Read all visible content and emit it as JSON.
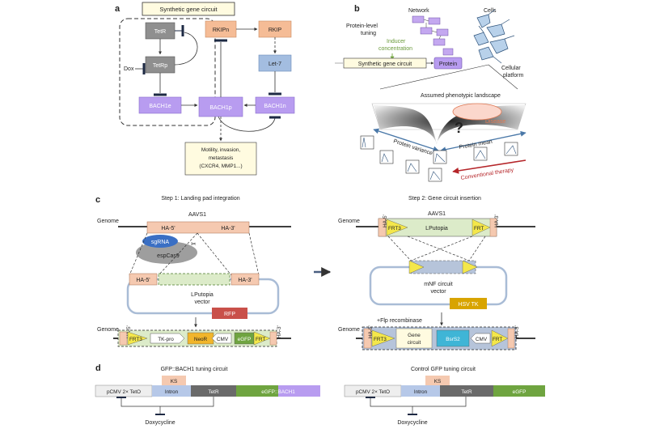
{
  "panel_labels": {
    "a": "a",
    "b": "b",
    "c": "c",
    "d": "d"
  },
  "panel_a": {
    "title": "Synthetic gene circuit",
    "tetr": "TetR",
    "tetrp": "TetRp",
    "dox": "Dox",
    "bach1e": "BACH1e",
    "bach1p": "BACH1p",
    "bach1n": "BACH1n",
    "rkipn": "RKIPn",
    "rkip": "RKIP",
    "let7": "Let-7",
    "outcome": [
      "Motility, invasion,",
      "metastasis",
      "(CXCR4, MMP1...)"
    ]
  },
  "panel_b": {
    "network": "Network",
    "cells": "Cells",
    "tuning": [
      "Protein-level",
      "tuning"
    ],
    "inducer": [
      "Inducer",
      "concentration"
    ],
    "circuit": "Synthetic gene circuit",
    "protein": "Protein",
    "platform": [
      "Cellular",
      "platform"
    ],
    "landscape": "Assumed phenotypic landscape",
    "disease": "Disease",
    "question": "?",
    "variance": "Protein variance",
    "mean": "Protein mean",
    "therapy": "Conventional therapy"
  },
  "panel_c": {
    "step1": "Step 1: Landing pad integration",
    "step2": "Step 2: Gene circuit insertion",
    "genome": "Genome",
    "aavs1": "AAVS1",
    "ha5": "HA-5'",
    "ha3": "HA-3'",
    "sgrna": "sgRNA",
    "espcas9": "espCas9",
    "lputopia_vector": [
      "LPutopia",
      "vector"
    ],
    "rfp": "RFP",
    "frt3": "FRT3",
    "frt": "FRT",
    "tkpro": "TK-pro",
    "neor": "NeoR",
    "cmv": "CMV",
    "egfp": "eGFP",
    "lputopia": "LPutopia",
    "mnf_vector": [
      "mNF circuit",
      "vector"
    ],
    "hsvtk": "HSV TK",
    "flp": "+Flp recombinase",
    "gene_circuit": [
      "Gene",
      "circuit"
    ],
    "bsd": "BsrS2"
  },
  "panel_d": {
    "left_title": "GFP::BACH1 tuning circuit",
    "right_title": "Control GFP tuning circuit",
    "pcmv": "pCMV 2× TetO",
    "intron": "Intron",
    "tetr": "TetR",
    "ks": "KS",
    "egfp_bach1": "eGFP::BACH1",
    "egfp": "eGFP",
    "doxycycline": "Doxycycline"
  },
  "colors": {
    "purple": "#b89cf0",
    "peach": "#f5bc96",
    "grey": "#8f8f8f",
    "blue_link": "#5a6f8c",
    "green": "#6fa440",
    "red": "#c9504a",
    "gold": "#d8a400",
    "yellow": "#f4e74a",
    "cyan": "#3fb5d6",
    "orange_neo": "#f1b52b"
  }
}
